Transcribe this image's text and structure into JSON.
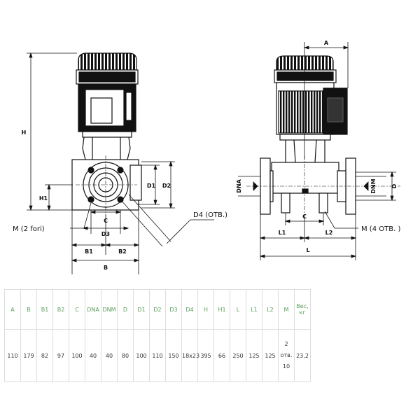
{
  "drawing": {
    "front_view": {
      "dims": {
        "h": "H",
        "h1": "H1",
        "c": "C",
        "d3": "D3",
        "b1": "B1",
        "b2": "B2",
        "b": "B",
        "d1": "D1",
        "d2": "D2",
        "d4": "D4 (OTB.)"
      },
      "m_note": "M (2 fori)"
    },
    "side_view": {
      "dims": {
        "a": "A",
        "dna": "DNA",
        "dnm": "DNM",
        "d": "D",
        "c": "C",
        "l1": "L1",
        "l2": "L2",
        "l": "L"
      },
      "m_note": "M (4 OTB. )"
    }
  },
  "table": {
    "headers": [
      "A",
      "B",
      "B1",
      "B2",
      "C",
      "DNA",
      "DNM",
      "D",
      "D1",
      "D2",
      "D3",
      "D4",
      "H",
      "H1",
      "L",
      "L1",
      "L2",
      "M",
      "Вес, кг"
    ],
    "values": [
      "110",
      "179",
      "82",
      "97",
      "100",
      "40",
      "40",
      "80",
      "100",
      "110",
      "150",
      "18x23",
      "395",
      "66",
      "250",
      "125",
      "125",
      "",
      "23,2"
    ],
    "m_value": [
      "2",
      "отв.",
      "10"
    ]
  }
}
